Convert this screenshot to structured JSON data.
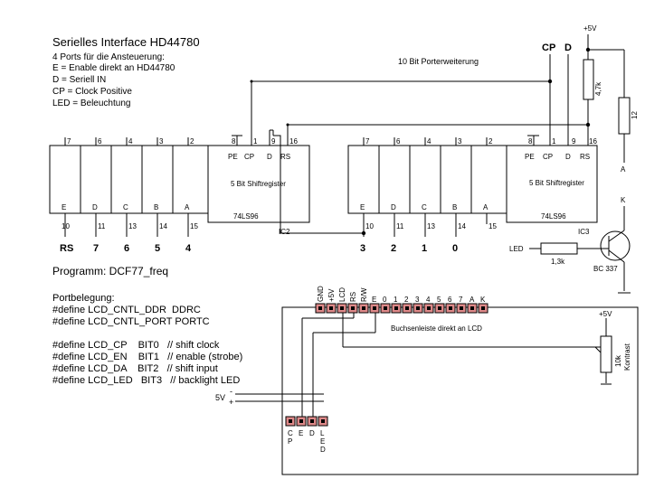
{
  "title": "Serielles Interface HD44780",
  "description": [
    "4 Ports für die Ansteuerung:",
    "E = Enable direkt an HD44780",
    "D   = Seriell IN",
    "CP = Clock Positive",
    "LED = Beleuchtung"
  ],
  "port_expansion_label": "10 Bit Porterweiterung",
  "program_label": "Programm: DCF77_freq",
  "portbelegung_title": "Portbelegung:",
  "defines": [
    "#define LCD_CNTL_DDR  DDRC",
    "#define LCD_CNTL_PORT PORTC",
    "",
    "#define LCD_CP    BIT0   // shift clock",
    "#define LCD_EN    BIT1   // enable (strobe)",
    "#define LCD_DA    BIT2   // shift input",
    "#define LCD_LED   BIT3   // backlight LED"
  ],
  "ic_left": {
    "name": "IC2",
    "part": "74LS96",
    "desc": "5 Bit Shiftregister",
    "cells": [
      "E",
      "D",
      "C",
      "B",
      "A"
    ],
    "top_pins": [
      "7",
      "6",
      "4",
      "3",
      "2"
    ],
    "bottom_pins": [
      "10",
      "11",
      "13",
      "14",
      "15"
    ],
    "ctrl_pin_nums": [
      "8",
      "1",
      "9",
      "16"
    ],
    "ctrl_pin_names": [
      "PE",
      "CP",
      "D",
      "RS"
    ],
    "outputs": [
      "RS",
      "7",
      "6",
      "5",
      "4"
    ]
  },
  "ic_right": {
    "name": "IC3",
    "part": "74LS96",
    "desc": "5 Bit Shiftregister",
    "cells": [
      "E",
      "D",
      "C",
      "B",
      "A"
    ],
    "top_pins": [
      "7",
      "6",
      "4",
      "3",
      "2"
    ],
    "bottom_pins": [
      "10",
      "11",
      "13",
      "14",
      "15"
    ],
    "ctrl_pin_nums": [
      "8",
      "1",
      "9",
      "16"
    ],
    "ctrl_pin_names": [
      "PE",
      "CP",
      "D",
      "RS"
    ],
    "outputs": [
      "3",
      "2",
      "1",
      "0"
    ]
  },
  "inputs": {
    "cp": "CP",
    "d": "D"
  },
  "supply": "+5V",
  "resistor_pullup": "4,7k",
  "resistor_12": "12",
  "pin_a": "A",
  "pin_k": "K",
  "led_label": "LED",
  "resistor_base": "1,3k",
  "transistor": "BC 337",
  "lcd_header_pins": [
    "GND",
    "+5V",
    "LCD",
    "RS",
    "R/W",
    "E",
    "0",
    "1",
    "2",
    "3",
    "4",
    "5",
    "6",
    "7",
    "A",
    "K"
  ],
  "lcd_header_label": "Buchsenleiste direkt an LCD",
  "contrast_supply": "+5V",
  "contrast_pot": "10k",
  "contrast_label": "Kontrast",
  "supply_small": "5V",
  "supply_small_plus": "+",
  "supply_small_minus": "-",
  "connector_pins": [
    "C\nP",
    "E",
    "D",
    "L\nE\nD"
  ]
}
